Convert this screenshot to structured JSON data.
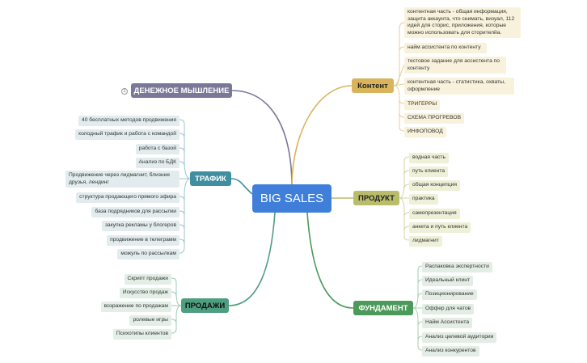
{
  "root": {
    "label": "BIG SALES"
  },
  "branches": {
    "money": {
      "label": "ДЕНЕЖНОЕ МЫШЛЕНИЕ",
      "color": "#7b7799"
    },
    "content": {
      "label": "Контент",
      "color": "#d9b45a",
      "items": [
        "контентная часть - общая информация, защита аккаунта, что снимать, визуал, 112 идей для сторис, приложения, которые можно использовать для сторителйа.",
        "найм ассистента по контенту",
        "тестовое задание для ассистента по контенту",
        "контентная часть - статистика, охваты, оформление",
        "ТРИГЕРРЫ",
        "СХЕМА ПРОГРЕВОВ",
        "ИНФОПОВОД"
      ]
    },
    "traffic": {
      "label": "ТРАФИК",
      "color": "#3f8fa0",
      "items": [
        "40 бесплатных методов продвижения",
        "холодный трафик и работа с командой",
        "работа с базой",
        "Анализ по БДК",
        "Продвижение через лидмагнит, близние друзья, лендинг",
        "структура продающего прямого эфира",
        "база подрядников для рассылки",
        "закупка рекламы у блогеров",
        "продвижение в телеграмм",
        "можуль по рассылкам"
      ]
    },
    "product": {
      "label": "ПРОДУКТ",
      "color": "#b9bc6a",
      "items": [
        "водная часть",
        "путь клиента",
        "общая концепция",
        "практика",
        "самопрезентация",
        "анкета и путь клиента",
        "лидмагнит"
      ]
    },
    "sales": {
      "label": "ПРОДАЖИ",
      "color": "#4e9e80",
      "items": [
        "Скрипт продажи",
        "Искусство  продаж",
        "возражение по продажам",
        "ролевые игры",
        "Психотипы клиентов"
      ]
    },
    "foundation": {
      "label": "ФУНДАМЕНТ",
      "color": "#4c9a5a",
      "items": [
        "Распаковка экспертности",
        "Идеальный клинт",
        "Позиционирование",
        "Оффер для чатов",
        "Найм Ассистента",
        "Анализ целевой аудитории",
        "Анализ конкурентов"
      ]
    }
  },
  "marker": {
    "label": "1"
  }
}
